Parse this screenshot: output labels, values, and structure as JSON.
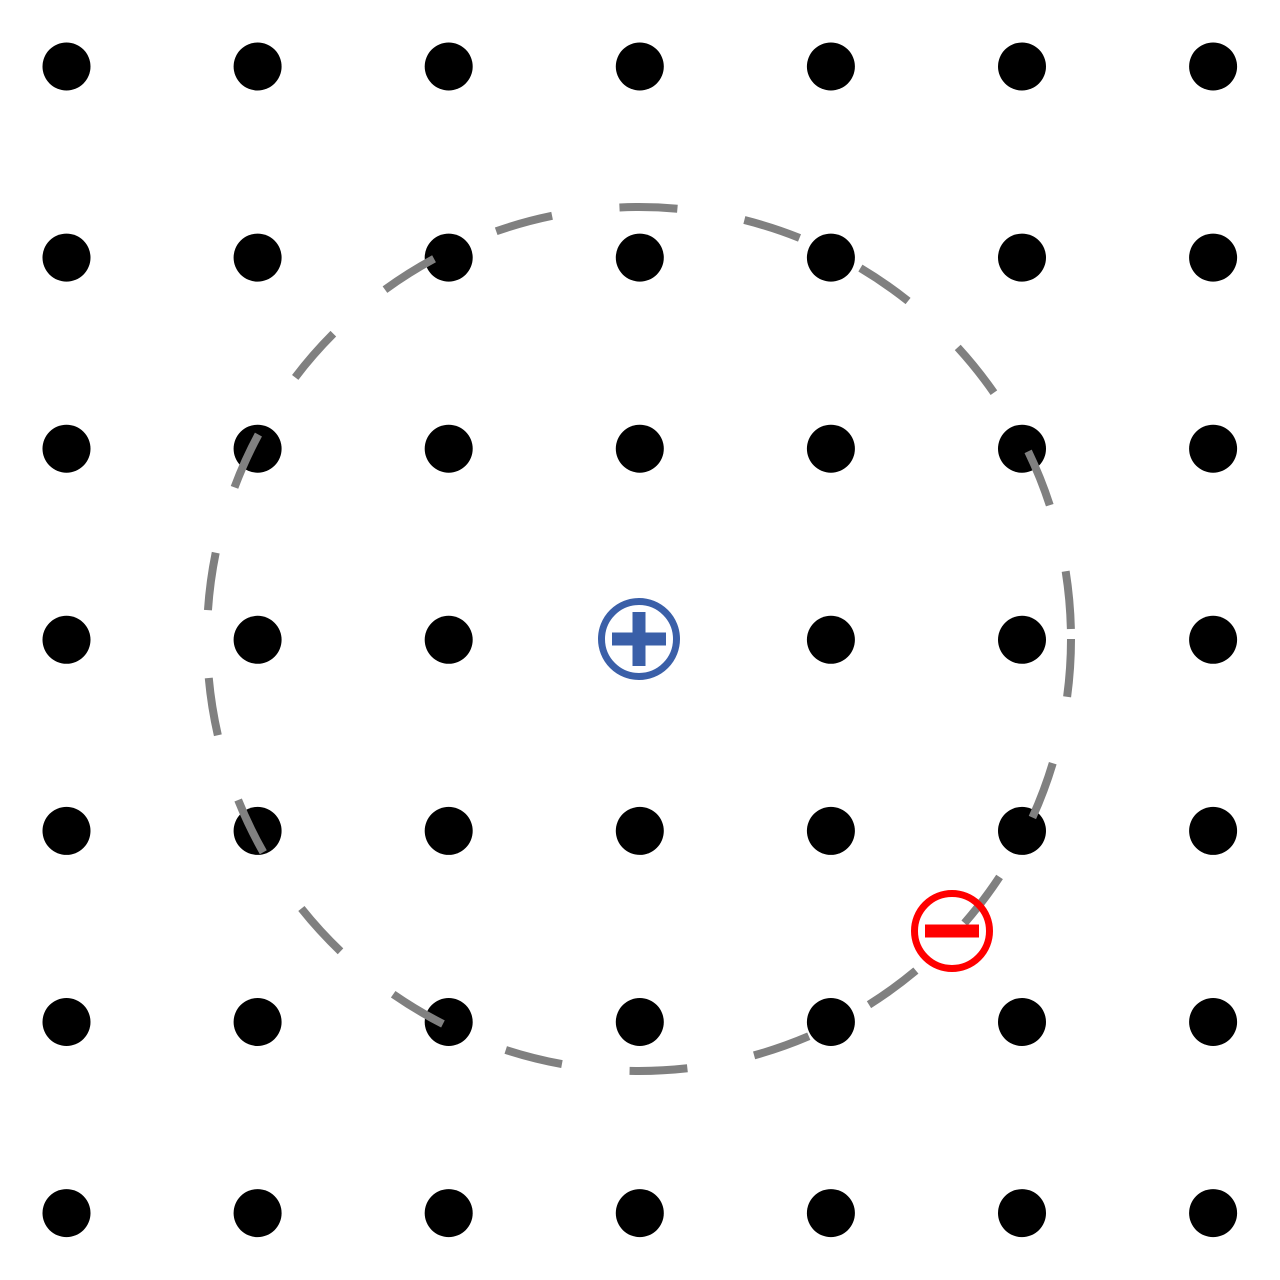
{
  "diagram": {
    "lattice": {
      "rows": 7,
      "columns": 7
    },
    "orbit": {
      "style": "dashed"
    },
    "charges": {
      "positive": {
        "symbol": "+",
        "icon": "plus-charge-icon"
      },
      "negative": {
        "symbol": "-",
        "icon": "minus-charge-icon"
      }
    },
    "colors": {
      "lattice_point": "#000000",
      "orbit": "#808080",
      "positive_charge": "#3a5fa8",
      "negative_charge": "#ff0000",
      "background": "#ffffff"
    }
  }
}
